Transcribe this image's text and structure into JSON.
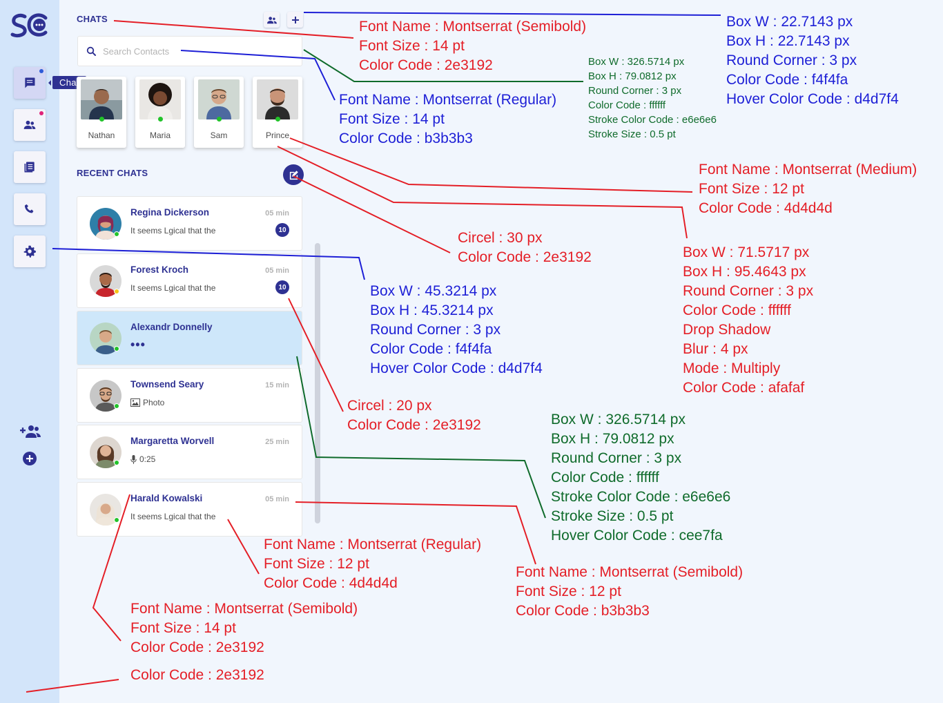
{
  "app": {
    "logo_text": "SC"
  },
  "rail": {
    "tooltip": "Chat",
    "items": [
      {
        "icon": "chat-icon",
        "dot": "#2e5bd8"
      },
      {
        "icon": "users-icon",
        "dot": "#e0247a"
      },
      {
        "icon": "document-icon"
      },
      {
        "icon": "phone-icon"
      },
      {
        "icon": "gear-icon"
      }
    ],
    "bottom": [
      "add-group-icon",
      "plus-circle-icon"
    ]
  },
  "chats": {
    "title": "CHATS",
    "search_placeholder": "Search Contacts",
    "contacts": [
      {
        "name": "Nathan"
      },
      {
        "name": "Maria"
      },
      {
        "name": "Sam"
      },
      {
        "name": "Prince"
      }
    ],
    "recent_title": "RECENT CHATS",
    "recent": [
      {
        "name": "Regina Dickerson",
        "message": "It seems Lgical that the",
        "time": "05 min",
        "badge": "10",
        "status": "#22c32a"
      },
      {
        "name": "Forest Kroch",
        "message": "It seems Lgical that the",
        "time": "05 min",
        "badge": "10",
        "status": "#f5c518"
      },
      {
        "name": "Alexandr Donnelly",
        "typing": "•••",
        "status": "#22c32a"
      },
      {
        "name": "Townsend Seary",
        "message": "Photo",
        "time": "15 min",
        "status": "#22c32a"
      },
      {
        "name": "Margaretta Worvell",
        "message": "0:25",
        "time": "25 min",
        "status": "#22c32a"
      },
      {
        "name": "Harald Kowalski",
        "message": "It seems Lgical that the",
        "time": "05 min",
        "status": "#22c32a"
      }
    ]
  },
  "annotations": {
    "title_font": [
      "Font Name : Montserrat (Semibold)",
      "Font Size : 14 pt",
      "Color Code : 2e3192"
    ],
    "search_font": [
      "Font Name : Montserrat (Regular)",
      "Font Size : 14 pt",
      "Color Code : b3b3b3"
    ],
    "search_box": [
      "Box W : 326.5714 px",
      "Box H : 79.0812 px",
      "Round Corner : 3 px",
      "Color Code : ffffff",
      "Stroke Color Code : e6e6e6",
      "Stroke Size : 0.5 pt"
    ],
    "small_button": [
      "Box W : 22.7143 px",
      "Box H : 22.7143 px",
      "Round Corner : 3 px",
      "Color Code : f4f4fa",
      "Hover Color Code : d4d7f4"
    ],
    "contact_name_font": [
      "Font Name : Montserrat (Medium)",
      "Font Size : 12 pt",
      "Color Code : 4d4d4d"
    ],
    "contact_card": [
      "Box W : 71.5717 px",
      "Box H : 95.4643 px",
      "Round Corner : 3 px",
      "Color Code : ffffff",
      "Drop Shadow",
      "Blur : 4 px",
      "Mode : Multiply",
      "Color Code : afafaf"
    ],
    "new_chat_circle": [
      "Circel : 30 px",
      "Color Code : 2e3192"
    ],
    "rail_button": [
      "Box W : 45.3214 px",
      "Box H : 45.3214 px",
      "Round Corner : 3 px",
      "Color Code : f4f4fa",
      "Hover Color Code : d4d7f4"
    ],
    "badge_circle": [
      "Circel : 20 px",
      "Color Code : 2e3192"
    ],
    "chat_row": [
      "Box W : 326.5714 px",
      "Box H : 79.0812 px",
      "Round Corner : 3 px",
      "Color Code : ffffff",
      "Stroke Color Code : e6e6e6",
      "Stroke Size : 0.5 pt",
      "Hover Color Code : cee7fa"
    ],
    "message_font": [
      "Font Name : Montserrat (Regular)",
      "Font Size : 12 pt",
      "Color Code : 4d4d4d"
    ],
    "time_font": [
      "Font Name : Montserrat (Semibold)",
      "Font Size : 12 pt",
      "Color Code : b3b3b3"
    ],
    "name_font": [
      "Font Name : Montserrat (Semibold)",
      "Font Size : 14 pt",
      "Color Code : 2e3192"
    ],
    "background": [
      "Color Code : 2e3192"
    ]
  },
  "colors": {
    "primary": "#2e3192",
    "rail_bg": "#d3e5fa",
    "button": "#f4f4fa",
    "active_row": "#cee7fa"
  }
}
